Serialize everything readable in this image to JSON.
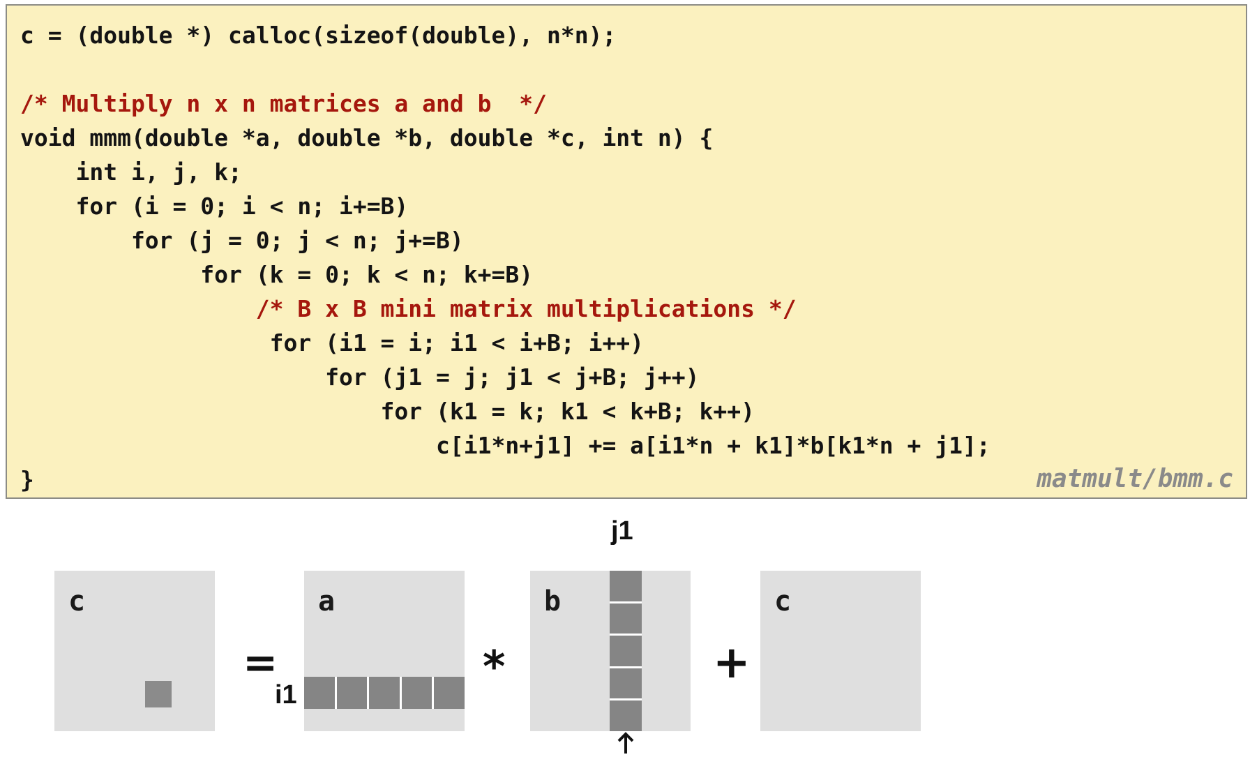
{
  "code": {
    "lines": [
      {
        "text": "c = (double *) calloc(sizeof(double), n*n);",
        "comment": false
      },
      {
        "text": "",
        "comment": false
      },
      {
        "text": "/* Multiply n x n matrices a and b  */",
        "comment": true
      },
      {
        "text": "void mmm(double *a, double *b, double *c, int n) {",
        "comment": false
      },
      {
        "text": "    int i, j, k;",
        "comment": false
      },
      {
        "text": "    for (i = 0; i < n; i+=B)",
        "comment": false
      },
      {
        "text": "        for (j = 0; j < n; j+=B)",
        "comment": false
      },
      {
        "text": "             for (k = 0; k < n; k+=B)",
        "comment": false
      },
      {
        "text": "                 /* B x B mini matrix multiplications */",
        "comment": true
      },
      {
        "text": "                  for (i1 = i; i1 < i+B; i++)",
        "comment": false
      },
      {
        "text": "                      for (j1 = j; j1 < j+B; j++)",
        "comment": false
      },
      {
        "text": "                          for (k1 = k; k1 < k+B; k++)",
        "comment": false
      },
      {
        "text": "                              c[i1*n+j1] += a[i1*n + k1]*b[k1*n + j1];",
        "comment": false
      },
      {
        "text": "}",
        "comment": false
      }
    ],
    "filename": "matmult/bmm.c"
  },
  "diagram": {
    "matrices": {
      "c_result": "c",
      "a": "a",
      "b": "b",
      "c_add": "c"
    },
    "operators": {
      "equals": "=",
      "times": "*",
      "plus": "+"
    },
    "labels": {
      "row": "i1",
      "column": "j1"
    }
  },
  "colors": {
    "code_background": "#fbf1bf",
    "comment": "#a5170d",
    "matrix_fill": "#dfdfdf",
    "block_fill": "#858585",
    "filename": "#8a8a8a"
  }
}
